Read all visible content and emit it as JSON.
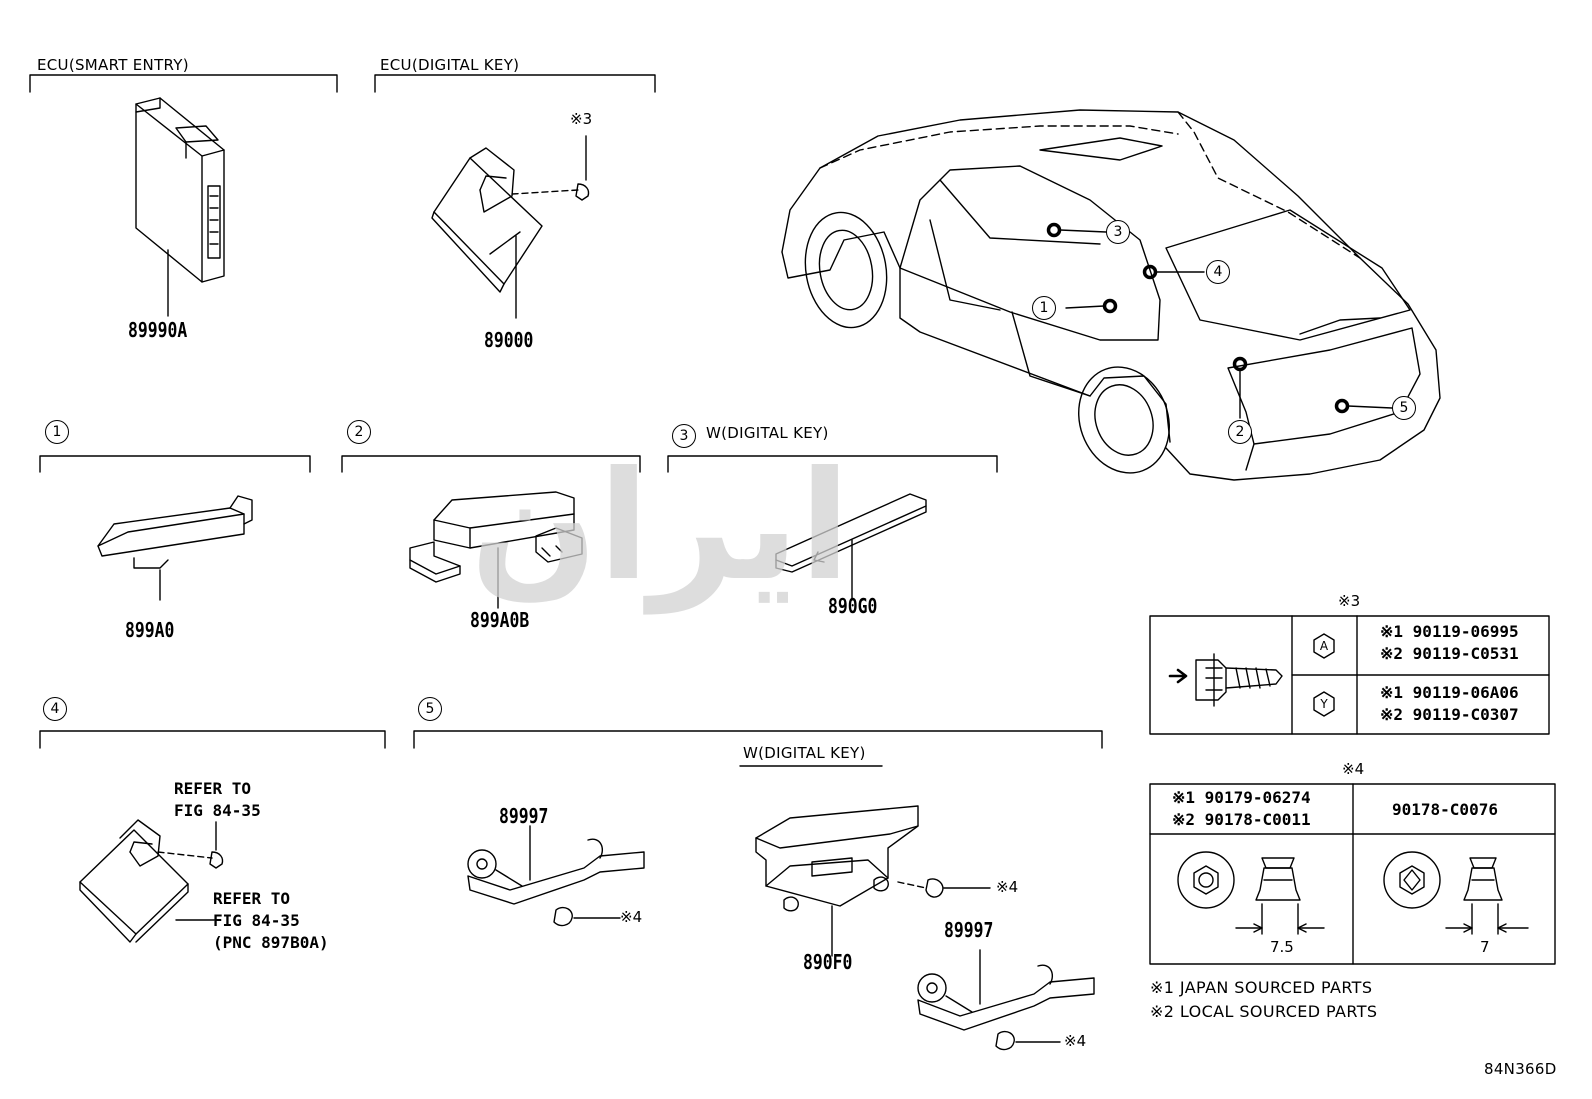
{
  "sections": {
    "ecu_smart_entry": "ECU(SMART ENTRY)",
    "ecu_digital_key": "ECU(DIGITAL KEY)",
    "sec1_num": "1",
    "sec2_num": "2",
    "sec3_num": "3",
    "sec3_title": "W(DIGITAL KEY)",
    "sec4_num": "4",
    "sec5_num": "5",
    "sec5_sub": "W(DIGITAL KEY)"
  },
  "parts": {
    "p89990A": "89990A",
    "p89000": "89000",
    "p899A0": "899A0",
    "p899A0B": "899A0B",
    "p890G0": "890G0",
    "p89997a": "89997",
    "p89997b": "89997",
    "p890F0": "890F0"
  },
  "markers": {
    "m3": "※3",
    "m4a": "※4",
    "m4b": "※4",
    "m4c": "※4"
  },
  "refer": {
    "r1_l1": "REFER TO",
    "r1_l2": "FIG 84-35",
    "r2_l1": "REFER TO",
    "r2_l2": "FIG 84-35",
    "r2_l3": "(PNC 897B0A)"
  },
  "car_callouts": [
    "1",
    "2",
    "3",
    "4",
    "5"
  ],
  "table3": {
    "title": "※3",
    "rows": [
      {
        "code": "A",
        "line1": "※1 90119-06995",
        "line2": "※2 90119-C0531"
      },
      {
        "code": "Y",
        "line1": "※1 90119-06A06",
        "line2": "※2 90119-C0307"
      }
    ]
  },
  "table4": {
    "title": "※4",
    "col1_line1": "※1 90179-06274",
    "col1_line2": "※2 90178-C0011",
    "col2": "90178-C0076",
    "dim1": "7.5",
    "dim2": "7"
  },
  "notes": {
    "n1": "※1 JAPAN SOURCED PARTS",
    "n2": "※2 LOCAL SOURCED PARTS"
  },
  "figure_id": "84N366D",
  "watermark": "ایران",
  "colors": {
    "line": "#000000",
    "watermark": "#d2d2d2",
    "background": "#ffffff"
  }
}
